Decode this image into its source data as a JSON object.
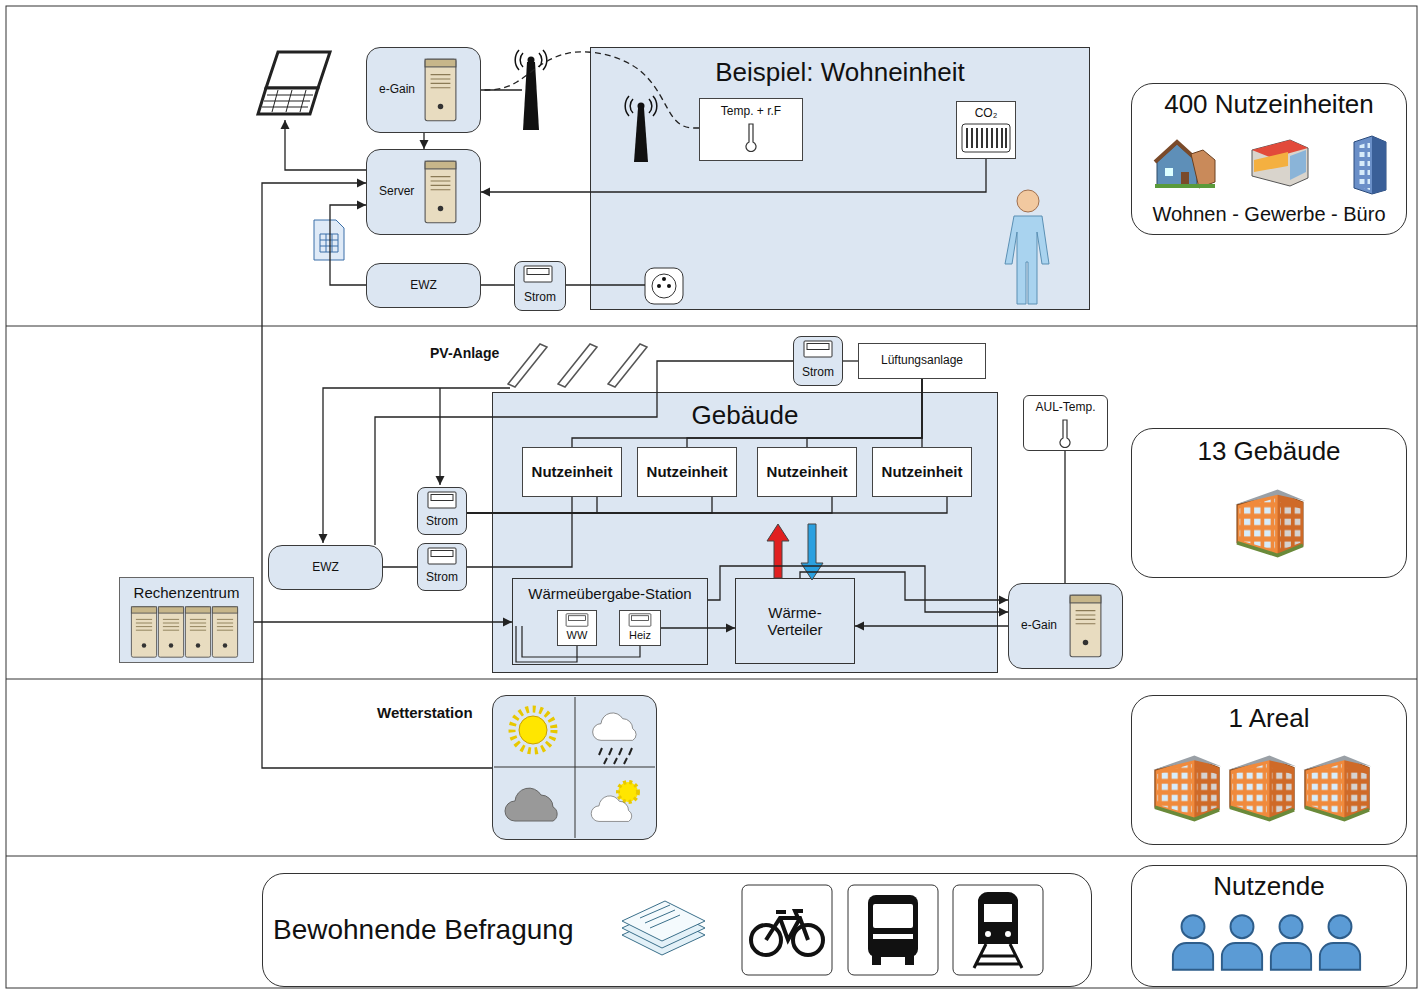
{
  "diagram": {
    "nodes": [
      {
        "text": [
          "e-Gain"
        ]
      },
      {
        "text": [
          "Beispiel: Wohneinheit"
        ]
      },
      {
        "text": [
          "Temp. + r.F"
        ],
        "in": 1
      },
      {
        "text": [
          "CO₂"
        ],
        "in": 1
      },
      {
        "text": [
          "400 Nutzeinheiten",
          "Wohnen - Gewerbe - Büro"
        ]
      },
      {
        "text": [
          "Server"
        ]
      },
      {
        "text": [
          "EWZ"
        ]
      },
      {
        "text": [
          "Strom"
        ]
      },
      {
        "text": [
          "Strom"
        ]
      },
      {
        "text": [
          "Lüftungsanlage"
        ]
      },
      {
        "text": [
          "Gebäude"
        ]
      },
      {
        "text": [
          "Nutzeinheit"
        ],
        "in": 10
      },
      {
        "text": [
          "Nutzeinheit"
        ],
        "in": 10
      },
      {
        "text": [
          "Nutzeinheit"
        ],
        "in": 10
      },
      {
        "text": [
          "Nutzeinheit"
        ],
        "in": 10
      },
      {
        "text": [
          "AUL-Temp."
        ]
      },
      {
        "text": [
          "13 Gebäude"
        ]
      },
      {
        "text": [
          "Strom"
        ]
      },
      {
        "text": [
          "EWZ"
        ]
      },
      {
        "text": [
          "Strom"
        ]
      },
      {
        "text": [
          "Rechenzentrum"
        ]
      },
      {
        "text": [
          "Wärmeübergabe-Station"
        ],
        "in": 10
      },
      {
        "text": [
          "WW"
        ],
        "in": 21
      },
      {
        "text": [
          "Heiz"
        ],
        "in": 21
      },
      {
        "text": [
          "Wärme- Verteiler"
        ],
        "in": 10
      },
      {
        "text": [
          "e-Gain"
        ]
      },
      {
        "text": [
          "Wetterstation"
        ]
      },
      {
        "text": [
          "1 Areal"
        ]
      },
      {
        "text": [
          "Bewohnende Befragung"
        ]
      },
      {
        "text": [
          "Nutzende"
        ]
      }
    ],
    "edges": [
      {
        "from": 0,
        "to": 5,
        "arrow": "to"
      },
      {
        "from": 2,
        "to": 0,
        "arrow": "none"
      },
      {
        "from": 3,
        "to": 5,
        "arrow": "to"
      },
      {
        "from": 6,
        "to": 5,
        "arrow": "to"
      },
      {
        "from": 7,
        "to": 6,
        "arrow": "none"
      },
      {
        "from": 26,
        "to": 5,
        "arrow": "to"
      },
      {
        "from": 9,
        "to": 8,
        "arrow": "none"
      },
      {
        "from": 9,
        "to": 11,
        "arrow": "none"
      },
      {
        "from": 9,
        "to": 12,
        "arrow": "none"
      },
      {
        "from": 9,
        "to": 13,
        "arrow": "none"
      },
      {
        "from": 9,
        "to": 14,
        "arrow": "none"
      },
      {
        "from": 8,
        "to": 18,
        "arrow": "none"
      },
      {
        "from": 17,
        "to": 11,
        "arrow": "none"
      },
      {
        "from": 17,
        "to": 12,
        "arrow": "none"
      },
      {
        "from": 17,
        "to": 13,
        "arrow": "none"
      },
      {
        "from": 17,
        "to": 14,
        "arrow": "none"
      },
      {
        "from": 19,
        "to": 11,
        "arrow": "none"
      },
      {
        "from": 18,
        "to": 19,
        "arrow": "none"
      },
      {
        "from": 20,
        "to": 21,
        "arrow": "to"
      },
      {
        "from": 23,
        "to": 24,
        "arrow": "to"
      },
      {
        "from": 25,
        "to": 24,
        "arrow": "to"
      },
      {
        "from": 24,
        "to": 25,
        "arrow": "to"
      },
      {
        "from": 21,
        "to": 25,
        "arrow": "to"
      },
      {
        "from": 15,
        "to": 25,
        "arrow": "none"
      }
    ],
    "labels": [
      "PV-Anlage"
    ]
  }
}
